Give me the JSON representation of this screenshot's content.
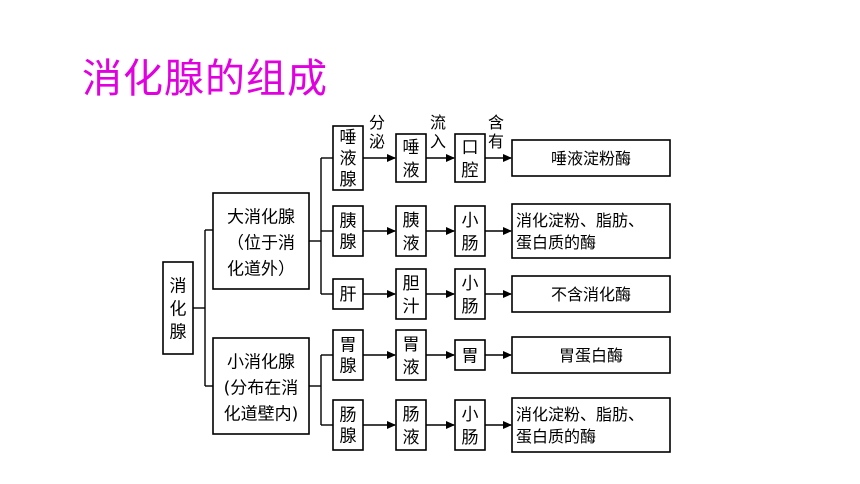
{
  "title": "消化腺的组成",
  "root": "消化腺",
  "groups": [
    {
      "label_lines": [
        "大消化腺",
        "（位于消",
        "化道外）"
      ]
    },
    {
      "label_lines": [
        "小消化腺",
        "(分布在消",
        "化道壁内)"
      ]
    }
  ],
  "headers": [
    {
      "lines": [
        "分",
        "泌"
      ]
    },
    {
      "lines": [
        "流",
        "入"
      ]
    },
    {
      "lines": [
        "含",
        "有"
      ]
    }
  ],
  "rows": [
    {
      "gland": [
        "唾",
        "液",
        "腺"
      ],
      "fluid": [
        "唾",
        "液"
      ],
      "place": [
        "口",
        "腔"
      ],
      "result": [
        "唾液淀粉酶"
      ]
    },
    {
      "gland": [
        "胰",
        "腺"
      ],
      "fluid": [
        "胰",
        "液"
      ],
      "place": [
        "小",
        "肠"
      ],
      "result": [
        "消化淀粉、脂肪、",
        "蛋白质的酶"
      ]
    },
    {
      "gland": [
        "肝"
      ],
      "fluid": [
        "胆",
        "汁"
      ],
      "place": [
        "小",
        "肠"
      ],
      "result": [
        "不含消化酶"
      ]
    },
    {
      "gland": [
        "胃",
        "腺"
      ],
      "fluid": [
        "胃",
        "液"
      ],
      "place": [
        "胃"
      ],
      "result": [
        "胃蛋白酶"
      ]
    },
    {
      "gland": [
        "肠",
        "腺"
      ],
      "fluid": [
        "肠",
        "液"
      ],
      "place": [
        "小",
        "肠"
      ],
      "result": [
        "消化淀粉、脂肪、",
        "蛋白质的酶"
      ]
    }
  ]
}
